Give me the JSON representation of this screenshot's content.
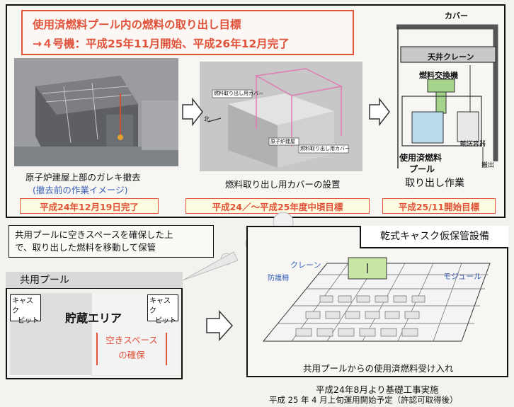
{
  "title": {
    "line1": "使用済燃料プール内の燃料の取り出し目標",
    "line2": "→４号機：平成25年11月開始、平成26年12月完了"
  },
  "steps": [
    {
      "caption": "原子炉建屋上部のガレキ撤去",
      "subcaption": "(撤去前の作業イメージ)",
      "status": "平成24年12月19日完了"
    },
    {
      "caption": "燃料取り出し用カバーの設置",
      "status": "平成24／〜平成25年度中頃目標",
      "labels": {
        "a": "燃料取り出し用カバー",
        "b": "原子炉建屋",
        "c": "燃料取り出し用カバー",
        "d": "北"
      }
    },
    {
      "caption": "取り出し作業",
      "status": "平成25/11開始目標",
      "labels": {
        "cover": "カバー",
        "crane": "天井クレーン",
        "exchanger": "燃料交換機",
        "container": "輸送容器",
        "pool_line1": "使用済燃料",
        "pool_line2": "プール",
        "transfer": "搬出"
      }
    }
  ],
  "note": {
    "line1": "共用プールに空きスペースを確保した上",
    "line2": "で、取り出した燃料を移動して保管"
  },
  "common_pool": {
    "title": "共用プール",
    "cask_pit_left_1": "キャスク",
    "cask_pit_left_2": "ピット",
    "cask_pit_right_1": "キャスク",
    "cask_pit_right_2": "ピット",
    "storage_area": "貯蔵エリア",
    "space_line1": "空きスペース",
    "space_line2": "の確保"
  },
  "dry_cask": {
    "title": "乾式キャスク仮保管設備",
    "crane": "クレーン",
    "shield": "防護柵",
    "module": "モジュール",
    "caption": "共用プールからの使用済燃料受け入れ"
  },
  "footer": {
    "line1": "平成24年8月より基礎工事実施",
    "line2": "平成 25 年 4 月上旬運用開始予定（許認可取得後）"
  },
  "colors": {
    "accent": "#e0533a",
    "blue": "#3b61b8",
    "yellow_fill": "#fdfbe0"
  }
}
